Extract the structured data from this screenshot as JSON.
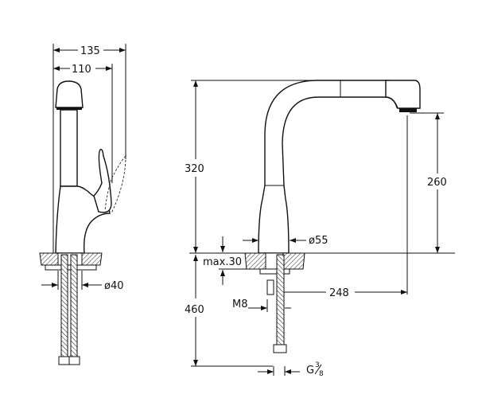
{
  "drawing": {
    "side_view": {
      "dim_overall_depth": "135",
      "dim_handle_depth": "110",
      "dim_hole_diameter": "ø40"
    },
    "front_view": {
      "dim_total_height": "320",
      "dim_outlet_height": "260",
      "dim_base_diameter": "ø55",
      "dim_max_counter": "max.30",
      "dim_reach": "248",
      "dim_hose_length": "460",
      "dim_thread": "M8",
      "dim_connection": "G",
      "dim_connection_fraction_num": "3",
      "dim_connection_fraction_den": "8"
    }
  },
  "colors": {
    "line": "#111111",
    "background": "#ffffff"
  }
}
